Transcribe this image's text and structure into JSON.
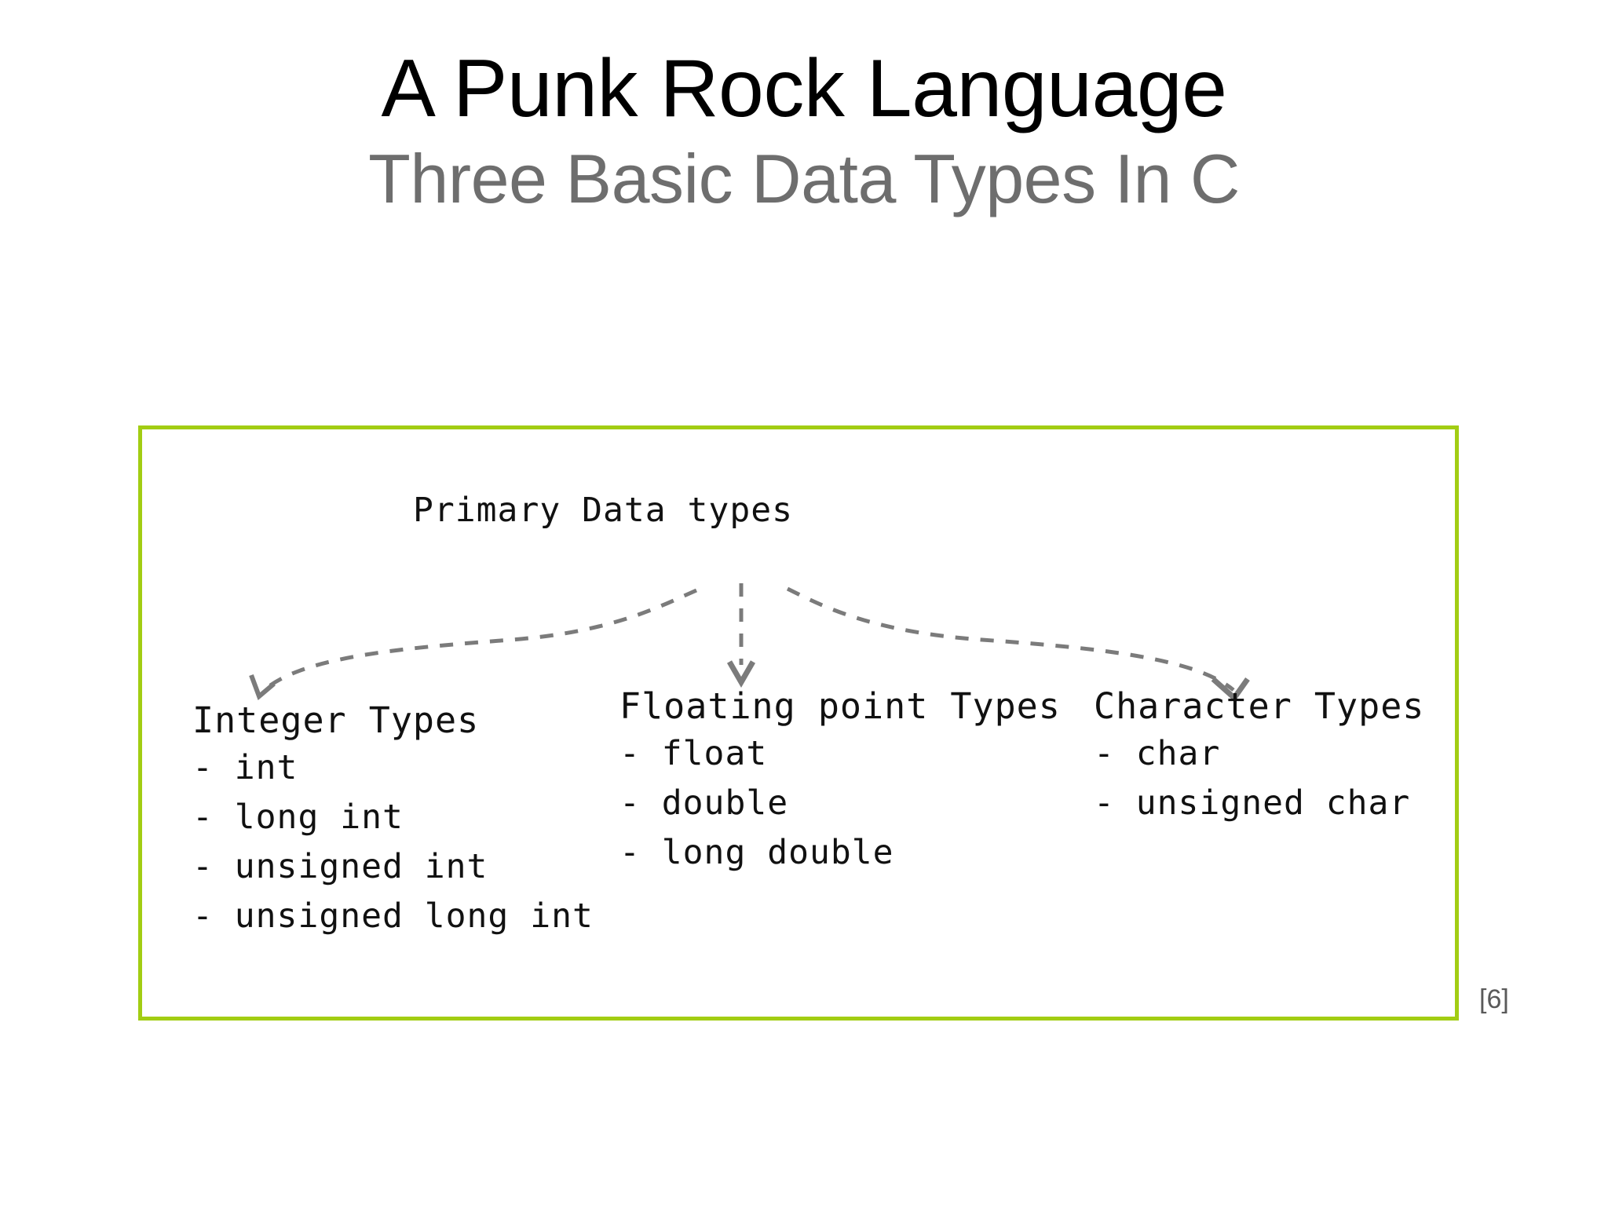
{
  "slide": {
    "title": "A Punk Rock Language",
    "subtitle": "Three Basic Data Types In C",
    "citation": "[6]",
    "title_color": "#000000",
    "subtitle_color": "#6e6e6e",
    "frame_border_color": "#A2CD13",
    "background_color": "#ffffff",
    "diagram_text_color": "#111111",
    "arrow_color": "#7b7b7b"
  },
  "diagram": {
    "root_label": "Primary Data types",
    "columns": [
      {
        "id": "integer",
        "heading": "Integer Types",
        "items": [
          "- int",
          "- long int",
          "- unsigned int",
          "- unsigned long int"
        ]
      },
      {
        "id": "floating",
        "heading": "Floating point Types",
        "items": [
          "- float",
          "- double",
          "- long double"
        ]
      },
      {
        "id": "character",
        "heading": "Character Types",
        "items": [
          "- char",
          "- unsigned char"
        ]
      }
    ]
  }
}
